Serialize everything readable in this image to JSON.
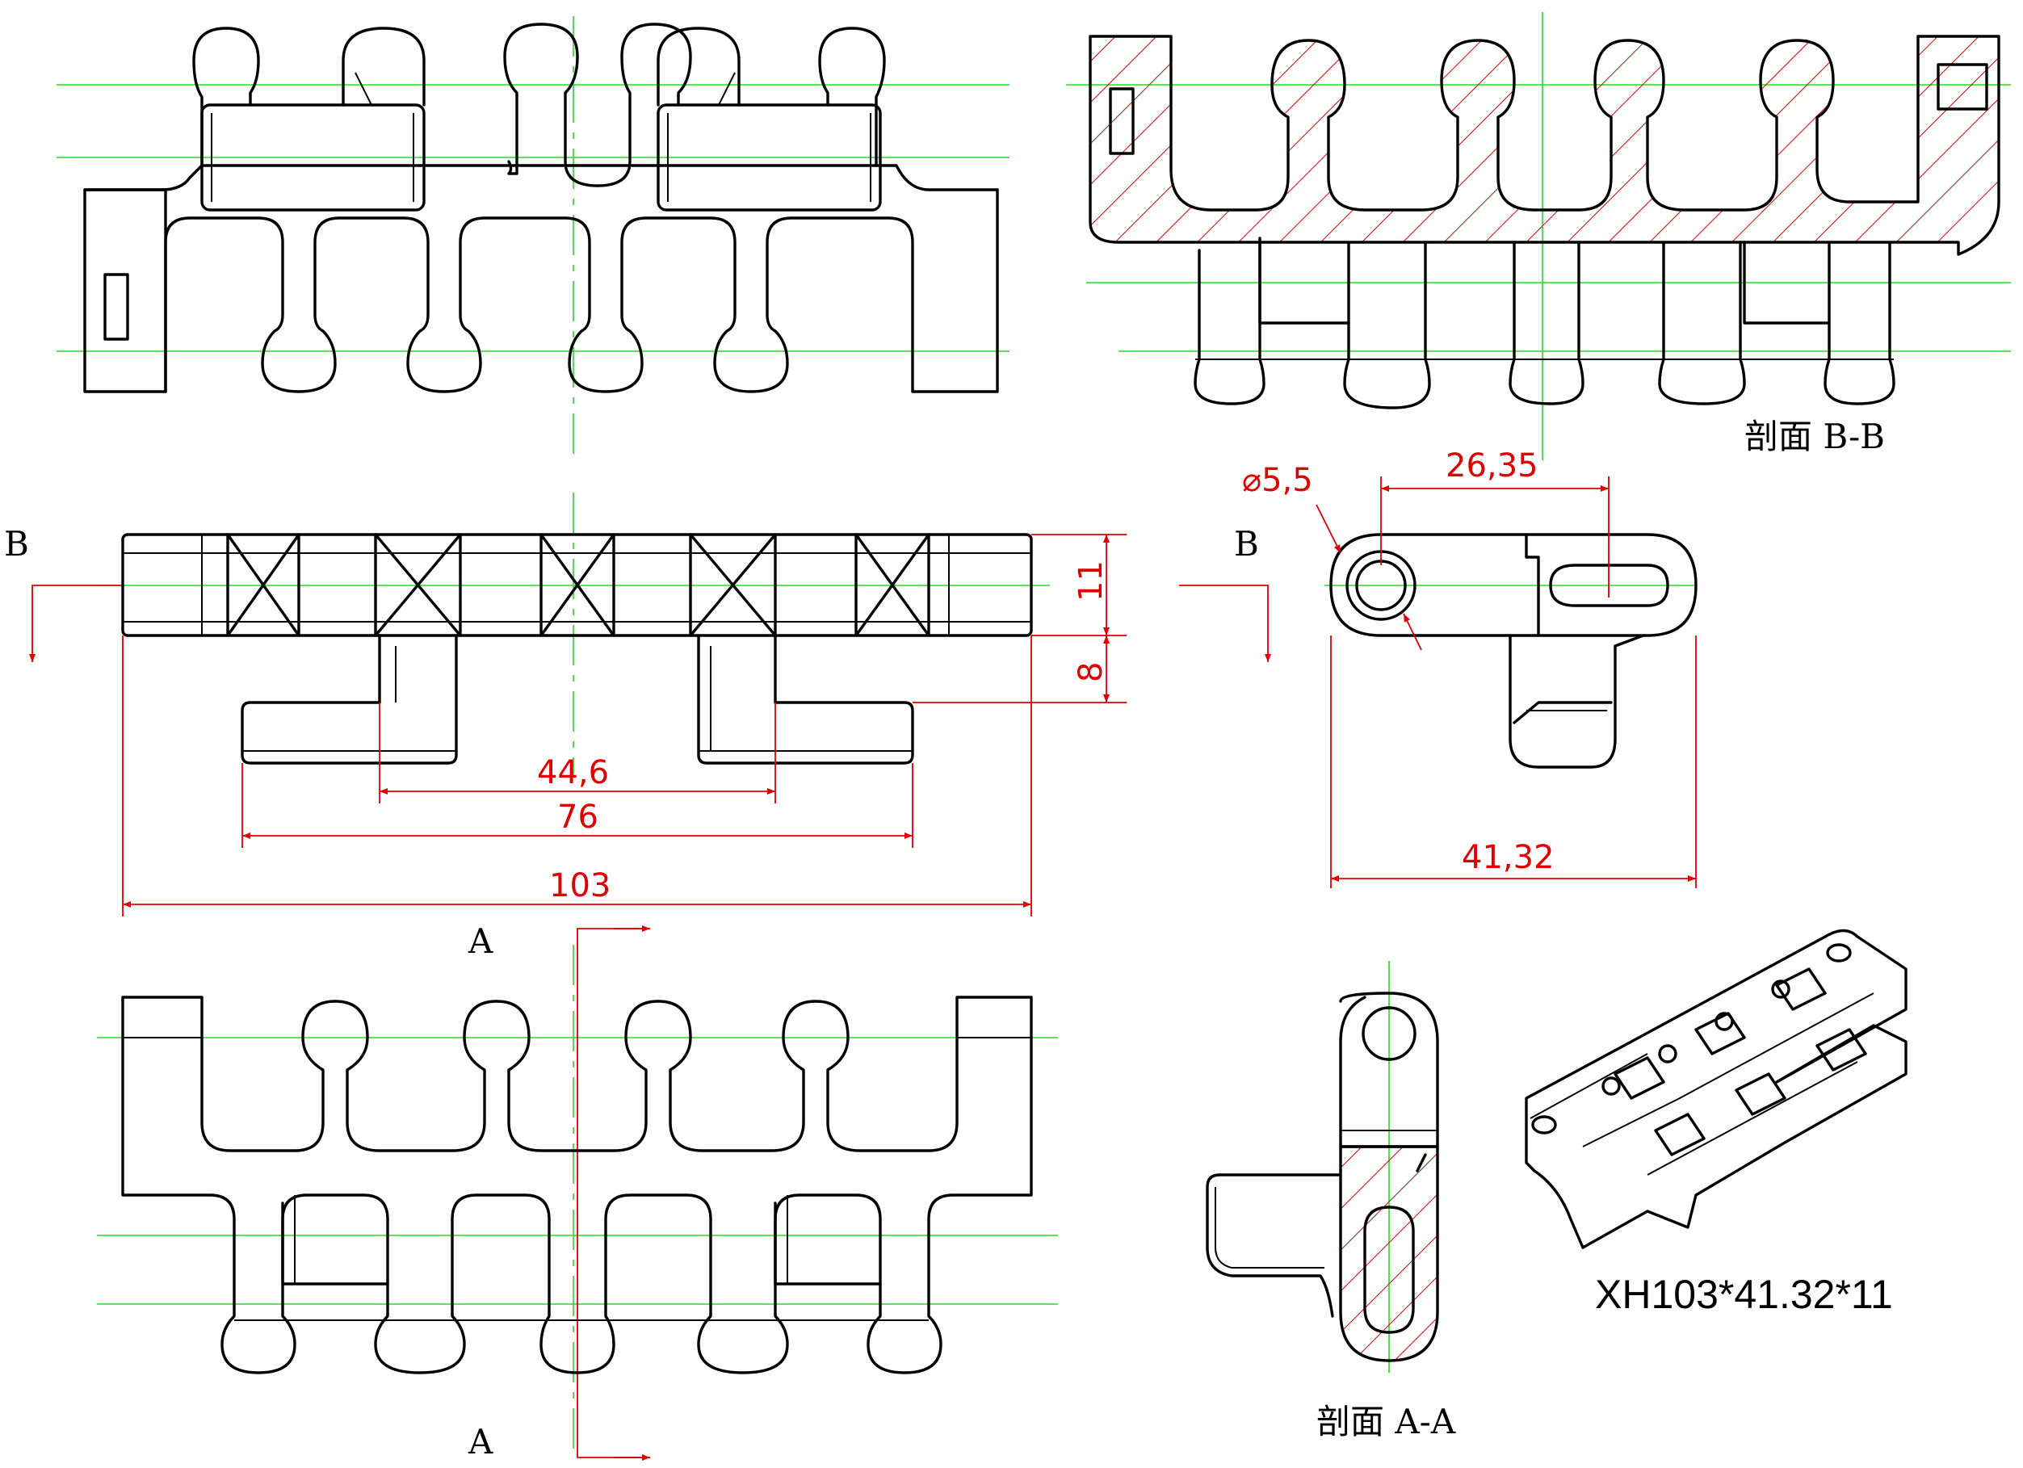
{
  "labels": {
    "section_bb": "剖面 B-B",
    "section_aa": "剖面 A-A",
    "cut_b_left": "B",
    "cut_b_right": "B",
    "cut_a_top": "A",
    "cut_a_bottom": "A",
    "model": "XH103*41.32*11"
  },
  "dimensions": {
    "d_11": "11",
    "d_8": "8",
    "d_44_6": "44,6",
    "d_76": "76",
    "d_103": "103",
    "d_dia": "⌀5,5",
    "d_26_35": "26,35",
    "d_41_32": "41,32"
  },
  "colors": {
    "outline": "#000000",
    "centerline": "#22dd22",
    "dimension": "#e00000",
    "hatch": "#e00000"
  }
}
